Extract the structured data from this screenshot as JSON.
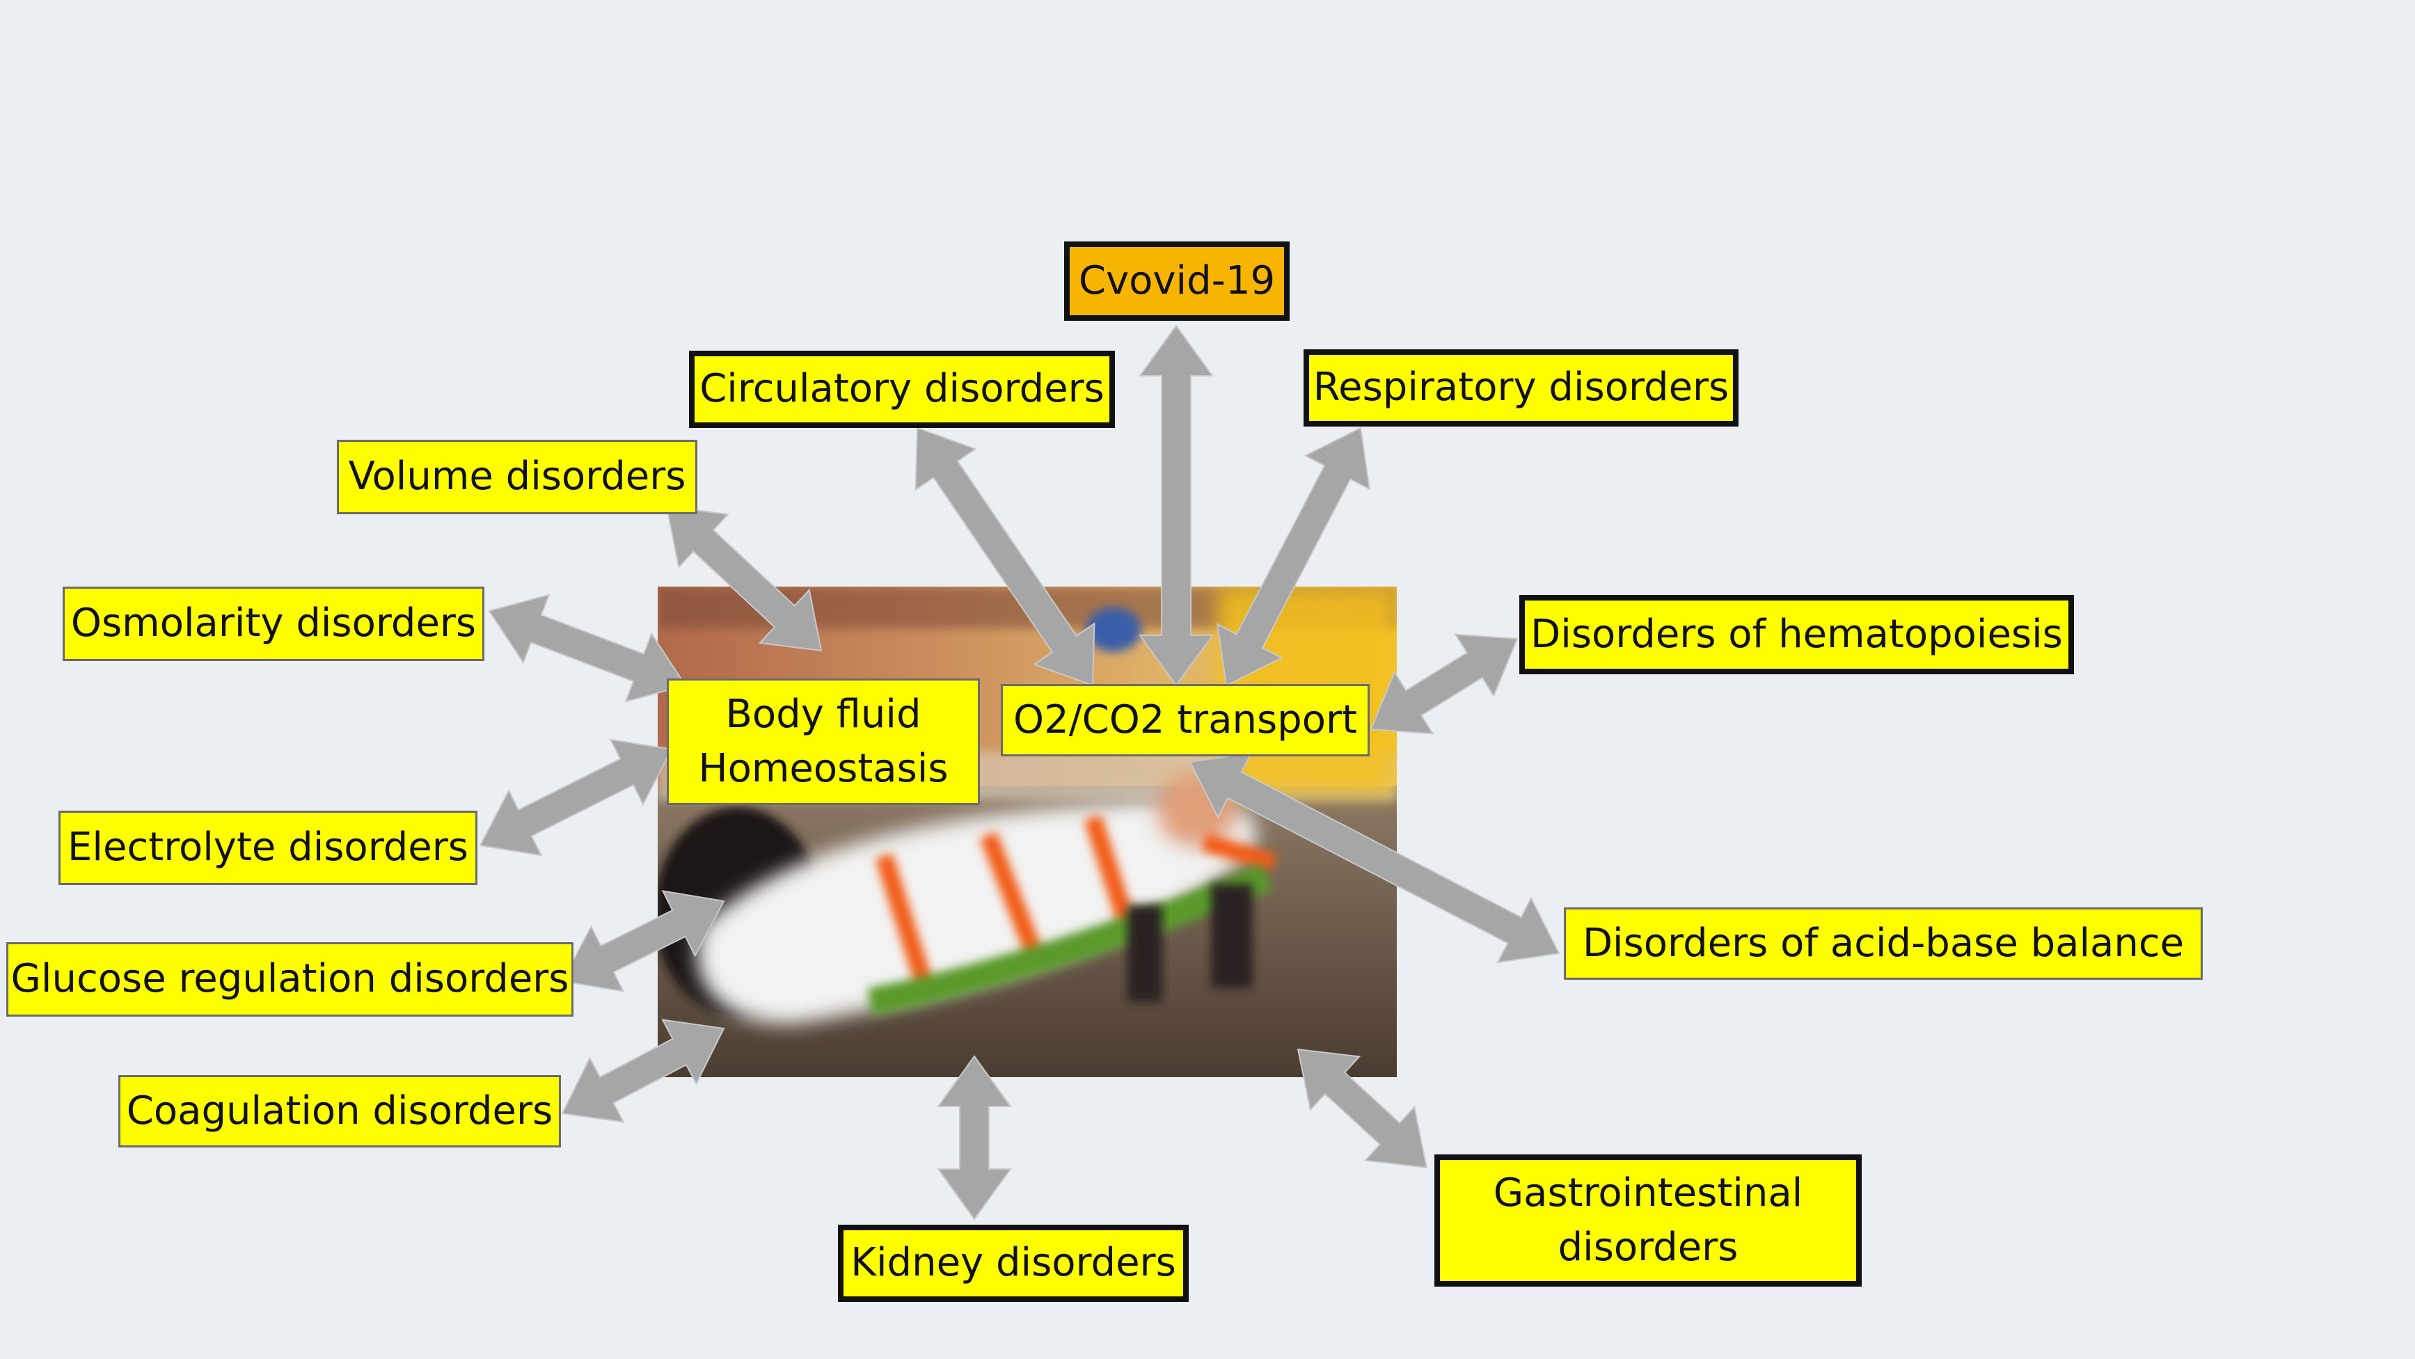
{
  "diagram": {
    "center_image": {
      "name": "ambulance-stretcher-photo",
      "colors": {
        "upper": "#8a5a3a",
        "wall": "#d8b070",
        "floor": "#6b5a4a",
        "sheet": "#f2f2f2",
        "straps": "#f25c14"
      }
    },
    "hubs": [
      {
        "id": "body-fluid",
        "label": "Body fluid\nHomeostasis"
      },
      {
        "id": "o2-co2",
        "label": "O2/CO2 transport"
      }
    ],
    "disorders": [
      {
        "id": "covid",
        "label": "Cvovid-19"
      },
      {
        "id": "circulatory",
        "label": "Circulatory disorders"
      },
      {
        "id": "respiratory",
        "label": "Respiratory disorders"
      },
      {
        "id": "volume",
        "label": "Volume disorders"
      },
      {
        "id": "osmolarity",
        "label": "Osmolarity disorders"
      },
      {
        "id": "hematopoiesis",
        "label": "Disorders of hematopoiesis"
      },
      {
        "id": "electrolyte",
        "label": "Electrolyte disorders"
      },
      {
        "id": "acid-base",
        "label": "Disorders of acid-base balance"
      },
      {
        "id": "glucose",
        "label": "Glucose regulation disorders"
      },
      {
        "id": "coagulation",
        "label": "Coagulation disorders"
      },
      {
        "id": "kidney",
        "label": "Kidney disorders"
      },
      {
        "id": "gastrointestinal",
        "label": "Gastrointestinal\ndisorders"
      }
    ],
    "colors": {
      "node_fill": "#ffff00",
      "covid_fill": "#f7b400",
      "arrow": "#a6a6a6",
      "background": "#ebeef2"
    }
  }
}
